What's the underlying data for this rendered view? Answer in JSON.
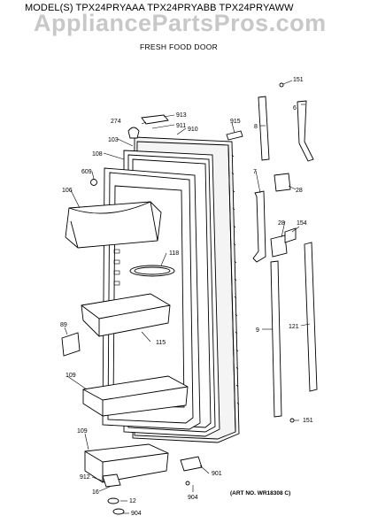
{
  "header": {
    "model_title": "MODEL(S) TPX24PRYAAA  TPX24PRYABB  TPX24PRYAWW",
    "watermark": "AppliancePartsPros.com",
    "section_title": "FRESH FOOD DOOR"
  },
  "footer": {
    "art_number": "(ART NO. WR18308 C)"
  },
  "callouts": {
    "c151a": "151",
    "c6": "6",
    "c8": "8",
    "c274": "274",
    "c913": "913",
    "c911": "911",
    "c910": "910",
    "c915": "915",
    "c103": "103",
    "c108": "108",
    "c609": "609",
    "c106": "106",
    "c7": "7",
    "c28a": "28",
    "c28b": "28",
    "c154": "154",
    "c118": "118",
    "c89": "89",
    "c115": "115",
    "c9": "9",
    "c121": "121",
    "c109a": "109",
    "c109b": "109",
    "c151b": "151",
    "c901": "901",
    "c912": "912",
    "c16": "16",
    "c12": "12",
    "c904a": "904",
    "c904b": "904"
  }
}
